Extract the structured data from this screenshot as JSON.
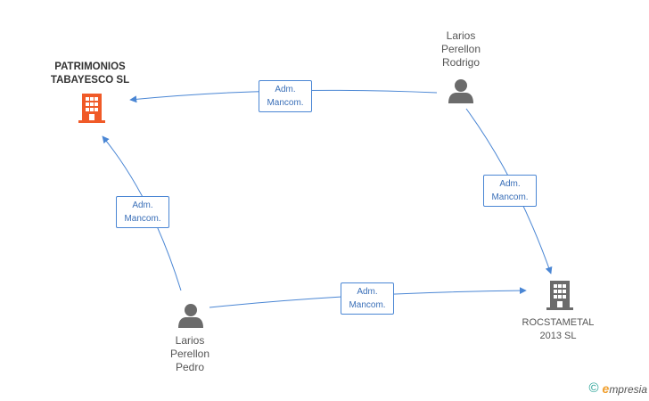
{
  "nodes": {
    "patrimonios": {
      "label_lines": [
        "PATRIMONIOS",
        "TABAYESCO SL"
      ],
      "kind": "company",
      "highlighted": true
    },
    "rodrigo": {
      "label_lines": [
        "Larios",
        "Perellon",
        "Rodrigo"
      ],
      "kind": "person"
    },
    "pedro": {
      "label_lines": [
        "Larios",
        "Perellon",
        "Pedro"
      ],
      "kind": "person"
    },
    "rocstametal": {
      "label_lines": [
        "ROCSTAMETAL",
        "2013 SL"
      ],
      "kind": "company"
    }
  },
  "edges": [
    {
      "from": "rodrigo",
      "to": "patrimonios",
      "label_lines": [
        "Adm.",
        "Mancom."
      ]
    },
    {
      "from": "rodrigo",
      "to": "rocstametal",
      "label_lines": [
        "Adm.",
        "Mancom."
      ]
    },
    {
      "from": "pedro",
      "to": "patrimonios",
      "label_lines": [
        "Adm.",
        "Mancom."
      ]
    },
    {
      "from": "pedro",
      "to": "rocstametal",
      "label_lines": [
        "Adm.",
        "Mancom."
      ]
    }
  ],
  "footer": {
    "copyright_symbol": "©",
    "brand_initial": "e",
    "brand_rest": "mpresia"
  },
  "colors": {
    "edge": "#4a86d4",
    "company_highlight": "#f05a28",
    "company": "#6b6b6b",
    "person": "#6b6b6b",
    "brand_accent": "#f0a030",
    "copyright": "#2aa398"
  }
}
